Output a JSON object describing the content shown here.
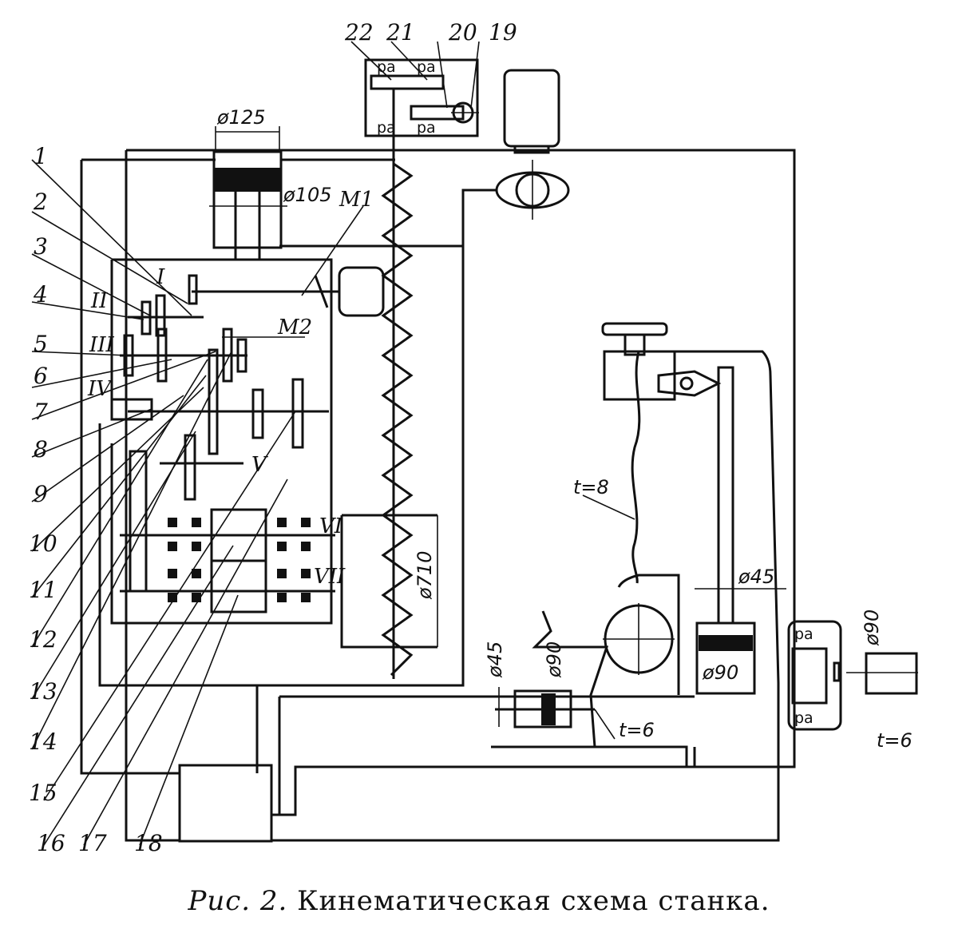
{
  "caption": {
    "figure": "Рис. 2.",
    "text": "Кинематическая схема станка."
  },
  "part_numbers": [
    "1",
    "2",
    "3",
    "4",
    "5",
    "6",
    "7",
    "8",
    "9",
    "10",
    "11",
    "12",
    "13",
    "14",
    "15",
    "16",
    "17",
    "18",
    "19",
    "20",
    "21",
    "22"
  ],
  "shafts": [
    "I",
    "II",
    "III",
    "IV",
    "V",
    "VI",
    "VII"
  ],
  "clutches": [
    "M1",
    "M2"
  ],
  "dimensions": {
    "d125": "ø125",
    "d105": "ø105",
    "d710": "ø710",
    "d45_column": "ø45",
    "d90_column": "ø90",
    "d45_bottom": "ø45",
    "d90_bottom": "ø90",
    "d90_right": "ø90",
    "t8": "t=8",
    "t6_left": "t=6",
    "t6_right": "t=6"
  },
  "bearing_mark": "pa"
}
